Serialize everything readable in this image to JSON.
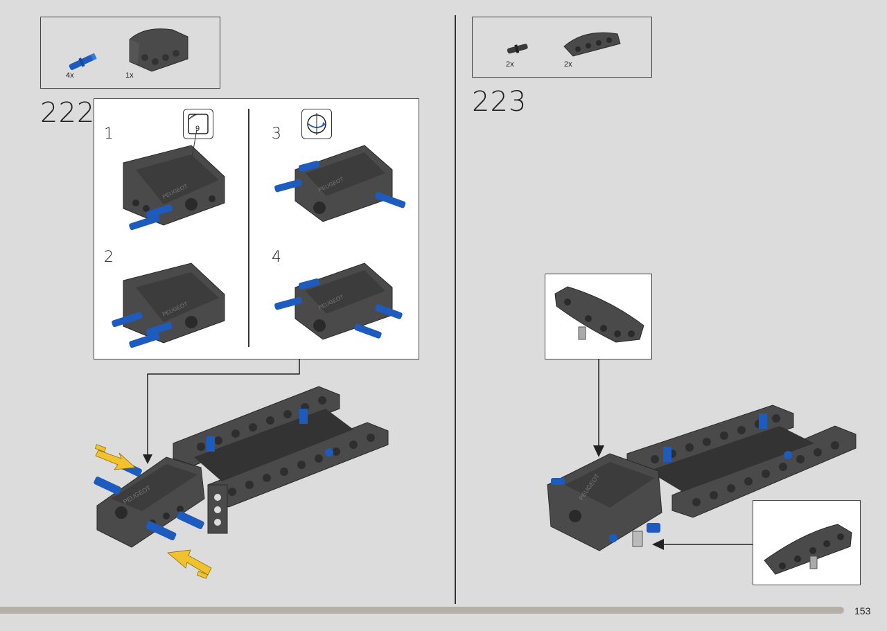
{
  "page": {
    "number": "153"
  },
  "step_222": {
    "number": "222",
    "parts": [
      {
        "name": "blue-pin",
        "qty": "4x"
      },
      {
        "name": "dark-panel",
        "qty": "1x"
      }
    ],
    "substeps": [
      "1",
      "2",
      "3",
      "4"
    ],
    "sticker_number": "9",
    "panel_text": "PEUGEOT"
  },
  "step_223": {
    "number": "223",
    "parts": [
      {
        "name": "black-pin",
        "qty": "2x"
      },
      {
        "name": "dark-beam",
        "qty": "2x"
      }
    ],
    "panel_text": "PEUGEOT"
  },
  "colors": {
    "background": "#dcdcdc",
    "part_dark": "#4a4a4a",
    "part_blue": "#1e5bbf",
    "arrow_yellow": "#f2c12e",
    "progress_bar": "#b4b0a8"
  }
}
